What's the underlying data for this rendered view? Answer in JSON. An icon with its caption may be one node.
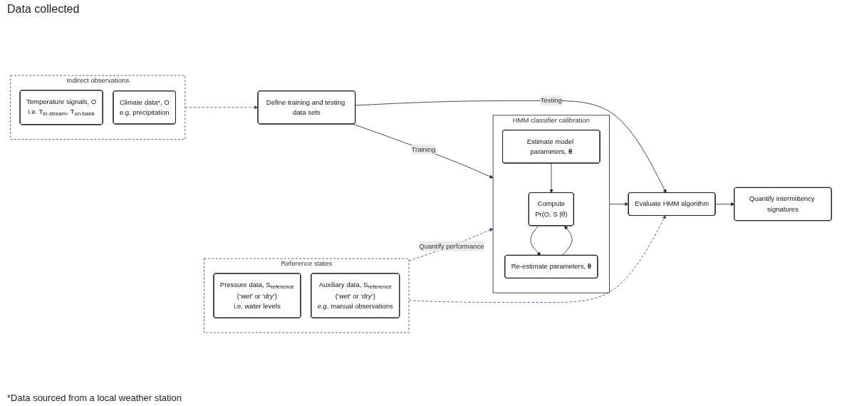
{
  "diagram": {
    "nodes": [
      {
        "text": [
          "Indirect observations"
        ]
      },
      {
        "text": [
          "Temperature signals, O",
          "i.e. T$_{in-stream}$, T$_{on-bank}$"
        ],
        "in": 0
      },
      {
        "text": [
          "Climate data*, O",
          "e.g. precipitation"
        ],
        "in": 0
      },
      {
        "text": [
          "Reference states"
        ]
      },
      {
        "text": [
          "Pressure data, S$_{reference}$",
          "(‘*wet*’ or ‘*dry*’)",
          "i.e. water levels"
        ],
        "in": 3
      },
      {
        "text": [
          "Auxiliary data, S$_{reference}$",
          "(‘*wet*’ or ‘*dry*’)",
          "e.g. manual observations"
        ],
        "in": 3
      },
      {
        "text": [
          "Define training and testing data sets"
        ]
      },
      {
        "text": [
          "HMM classifier calibration"
        ]
      },
      {
        "text": [
          "Estimate model parameters, **θ**"
        ],
        "in": 7
      },
      {
        "text": [
          "Compute",
          "Pr(O, S |θ)"
        ],
        "in": 7
      },
      {
        "text": [
          "Re-estimate parameters, **θ**"
        ],
        "in": 7
      },
      {
        "text": [
          "Evaluate HMM algorithm"
        ]
      },
      {
        "text": [
          "Quantify intermittency signatures"
        ]
      }
    ],
    "edges": [
      {
        "from": 0,
        "to": 6,
        "arrow": "to",
        "style": "dashed",
        "color": "#2f4b7c"
      },
      {
        "from": 6,
        "to": 7,
        "arrow": "to",
        "label": "Training"
      },
      {
        "from": 6,
        "to": 11,
        "arrow": "to",
        "label": "Testing"
      },
      {
        "from": 8,
        "to": 9,
        "arrow": "to"
      },
      {
        "from": 9,
        "to": 10,
        "arrow": "to"
      },
      {
        "from": 10,
        "to": 9,
        "arrow": "to"
      },
      {
        "from": 7,
        "to": 11,
        "arrow": "to"
      },
      {
        "from": 11,
        "to": 12,
        "arrow": "to"
      },
      {
        "from": 3,
        "to": 7,
        "arrow": "to",
        "style": "dashed",
        "color": "#2f4b7c",
        "label": "Quantify performance"
      },
      {
        "from": 3,
        "to": 11,
        "arrow": "to",
        "style": "dashed",
        "color": "#2f4b7c"
      }
    ],
    "labels": [
      "Data collected",
      "*Data sourced from a local weather station"
    ]
  }
}
